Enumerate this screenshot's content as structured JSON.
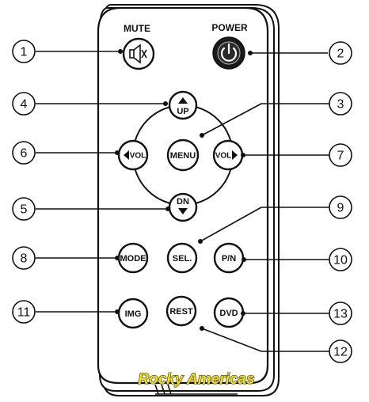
{
  "top_labels": {
    "mute": "MUTE",
    "power": "POWER"
  },
  "buttons": {
    "up": "UP",
    "down": "DN",
    "vol_minus": "VOL",
    "vol_plus": "VOL",
    "menu": "MENU",
    "mode": "MODE",
    "sel": "SEL.",
    "pn": "P/N",
    "img": "IMG",
    "rest": "REST",
    "dvd": "DVD"
  },
  "icons": {
    "mute": "speaker-mute-icon",
    "power": "power-icon"
  },
  "callouts": [
    "1",
    "2",
    "3",
    "4",
    "5",
    "6",
    "7",
    "8",
    "9",
    "10",
    "11",
    "12",
    "13"
  ],
  "watermark": "Rocky Americas",
  "colors": {
    "power_button": "#1a1a1a",
    "watermark_fill": "#f2dc1a",
    "outline": "#111111"
  }
}
